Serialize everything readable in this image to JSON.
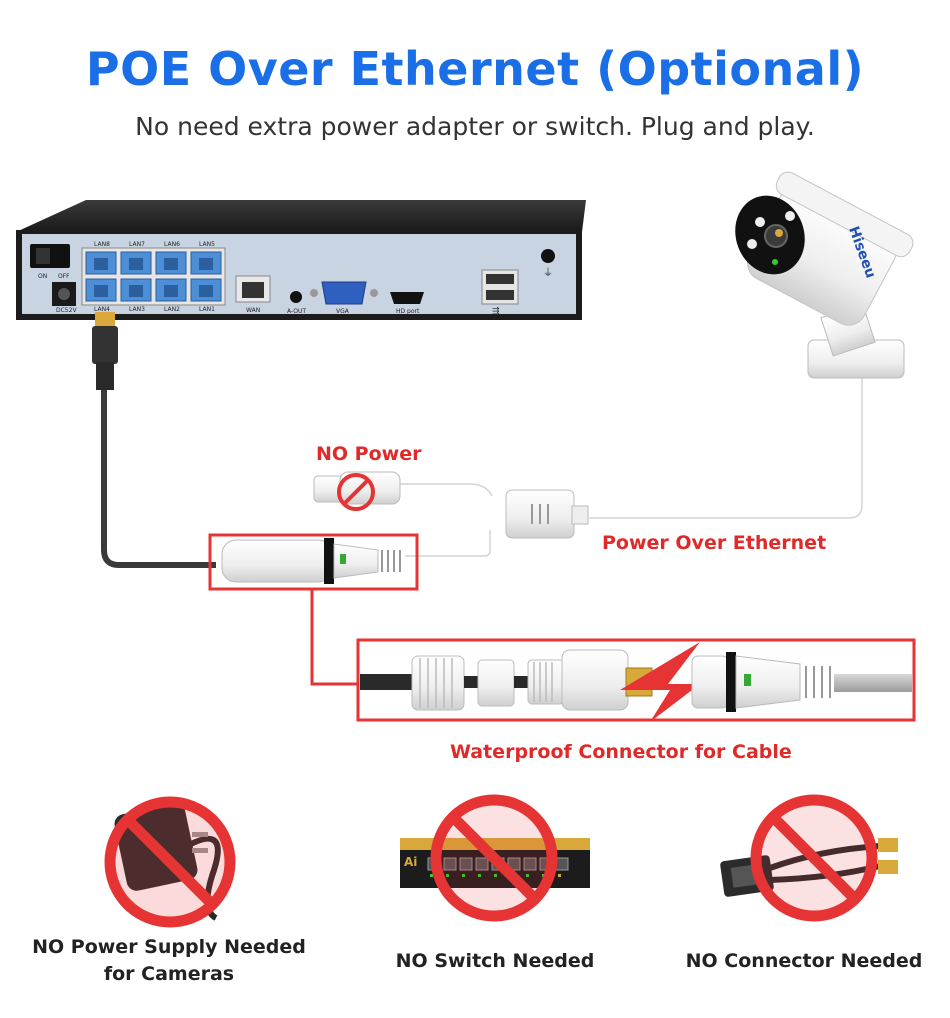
{
  "title": "POE Over Ethernet (Optional)",
  "subtitle": "No need extra power adapter or switch. Plug and play.",
  "labels": {
    "no_power": "NO Power",
    "power_over_ethernet": "Power Over Ethernet",
    "waterproof_connector": "Waterproof Connector for Cable"
  },
  "nvr": {
    "switch_on": "ON",
    "switch_off": "OFF",
    "dc": "DC52V",
    "lan_top": [
      "LAN8",
      "LAN7",
      "LAN6",
      "LAN5"
    ],
    "lan_bottom": [
      "LAN4",
      "LAN3",
      "LAN2",
      "LAN1"
    ],
    "wan": "WAN",
    "audio_out": "A-OUT",
    "vga": "VGA",
    "hdmi": "HD port"
  },
  "camera_brand": "Hiseeu",
  "switch_brand": "Ai",
  "bottom_items": [
    {
      "line1": "NO Power Supply Needed",
      "line2": "for Cameras"
    },
    {
      "line1": "NO Switch Needed"
    },
    {
      "line1": "NO Connector Needed"
    }
  ],
  "colors": {
    "title_blue": "#1a6fe6",
    "label_red": "#e02a2a",
    "highlight_red": "#e63333",
    "nvr_panel": "#c9d4e3",
    "port_blue": "#4d8fd6"
  }
}
